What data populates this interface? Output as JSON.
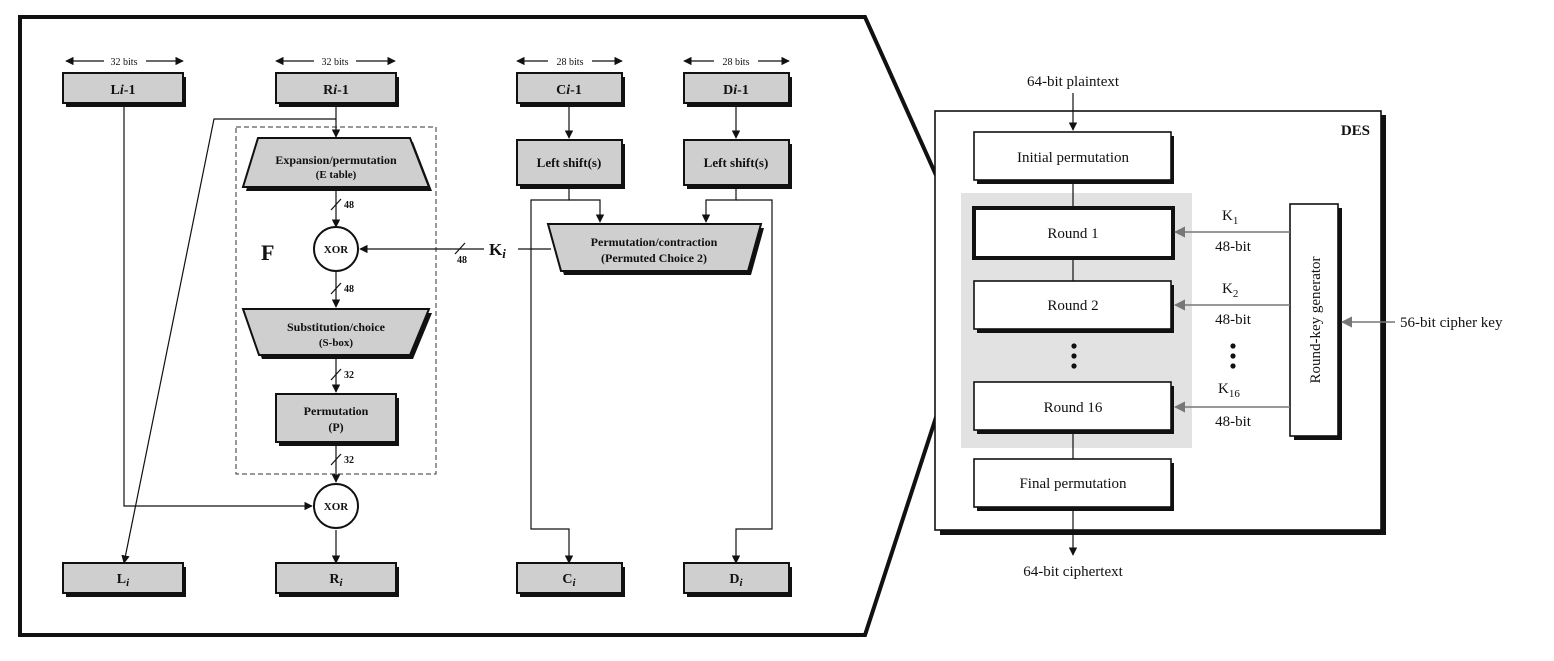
{
  "round_detail": {
    "bit_labels": {
      "l": "32 bits",
      "r": "32 bits",
      "c": "28 bits",
      "d": "28 bits"
    },
    "inputs": {
      "l": "L",
      "r": "R",
      "c": "C",
      "d": "D",
      "index": "i",
      "suffix": "-1"
    },
    "outputs": {
      "l": "L",
      "r": "R",
      "c": "C",
      "d": "D",
      "index": "i"
    },
    "f_label": "F",
    "expansion": {
      "line1": "Expansion/permutation",
      "line2": "(E table)"
    },
    "xor": "XOR",
    "substitution": {
      "line1": "Substitution/choice",
      "line2": "(S-box)"
    },
    "permutation": {
      "line1": "Permutation",
      "line2": "(P)"
    },
    "left_shift": "Left shift(s)",
    "pc2": {
      "line1": "Permutation/contraction",
      "line2": "(Permuted Choice 2)"
    },
    "key": {
      "letter": "K",
      "index": "i"
    },
    "widths": {
      "after_e": "48",
      "key": "48",
      "after_xor": "48",
      "after_s": "32",
      "after_p": "32"
    }
  },
  "des_overview": {
    "title": "DES",
    "plaintext": "64-bit plaintext",
    "ciphertext": "64-bit ciphertext",
    "initial": "Initial permutation",
    "final": "Final permutation",
    "rounds": [
      "Round 1",
      "Round 2",
      "Round 16"
    ],
    "keys": [
      {
        "letter": "K",
        "sub": "1",
        "width": "48-bit"
      },
      {
        "letter": "K",
        "sub": "2",
        "width": "48-bit"
      },
      {
        "letter": "K",
        "sub": "16",
        "width": "48-bit"
      }
    ],
    "generator": "Round-key generator",
    "cipher_key": "56-bit cipher key"
  }
}
